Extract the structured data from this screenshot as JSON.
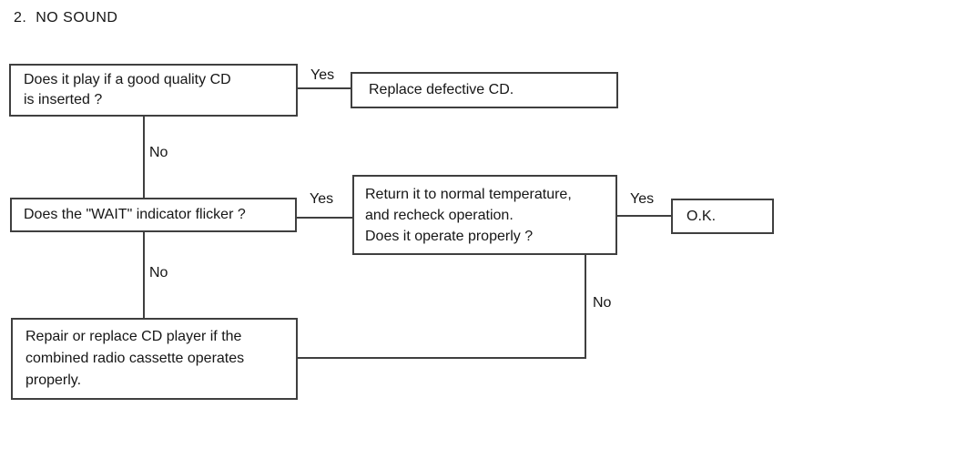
{
  "title": "2.  NO SOUND",
  "boxes": {
    "good_cd_question": "Does it play if a good quality CD\nis inserted ?",
    "replace_cd_action": "Replace defective CD.",
    "wait_flicker_question": "Does the \"WAIT\" indicator flicker ?",
    "recheck_temperature": "Return it to normal temperature,\nand recheck operation.\nDoes it operate properly ?",
    "ok_result": "O.K.",
    "repair_replace_action": "Repair or replace CD player if the\ncombined radio cassette operates\nproperly."
  },
  "labels": {
    "yes_good_cd": "Yes",
    "no_good_cd": "No",
    "yes_wait_flicker": "Yes",
    "yes_recheck": "Yes",
    "no_wait_flicker": "No",
    "no_recheck": "No"
  },
  "colors": {
    "line": "#3f3f3f",
    "text": "#161616",
    "background": "#ffffff"
  }
}
